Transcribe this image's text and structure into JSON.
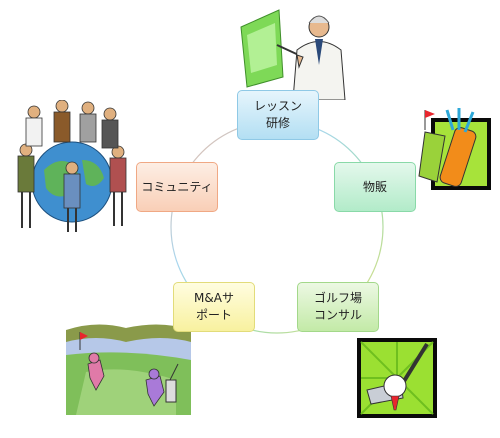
{
  "cycle": {
    "nodes": [
      {
        "lines": [
          "レッスン",
          "研修"
        ]
      },
      {
        "lines": [
          "物販"
        ]
      },
      {
        "lines": [
          "ゴルフ場",
          "コンサル"
        ]
      },
      {
        "lines": [
          "M&Aサ",
          "ポート"
        ]
      },
      {
        "lines": [
          "コミュニティ"
        ]
      }
    ]
  },
  "illustrations": [
    {
      "name": "teacher-at-board-clipart"
    },
    {
      "name": "people-around-globe-clipart"
    },
    {
      "name": "golf-bag-clipart"
    },
    {
      "name": "golf-ball-on-tee-clipart"
    },
    {
      "name": "golfers-on-course-clipart"
    }
  ],
  "colors": {
    "node1": "#b3dff3",
    "node2": "#b2ebc9",
    "node3": "#c3eaa7",
    "node4": "#f8f19f",
    "node5": "#f9cfb7"
  }
}
